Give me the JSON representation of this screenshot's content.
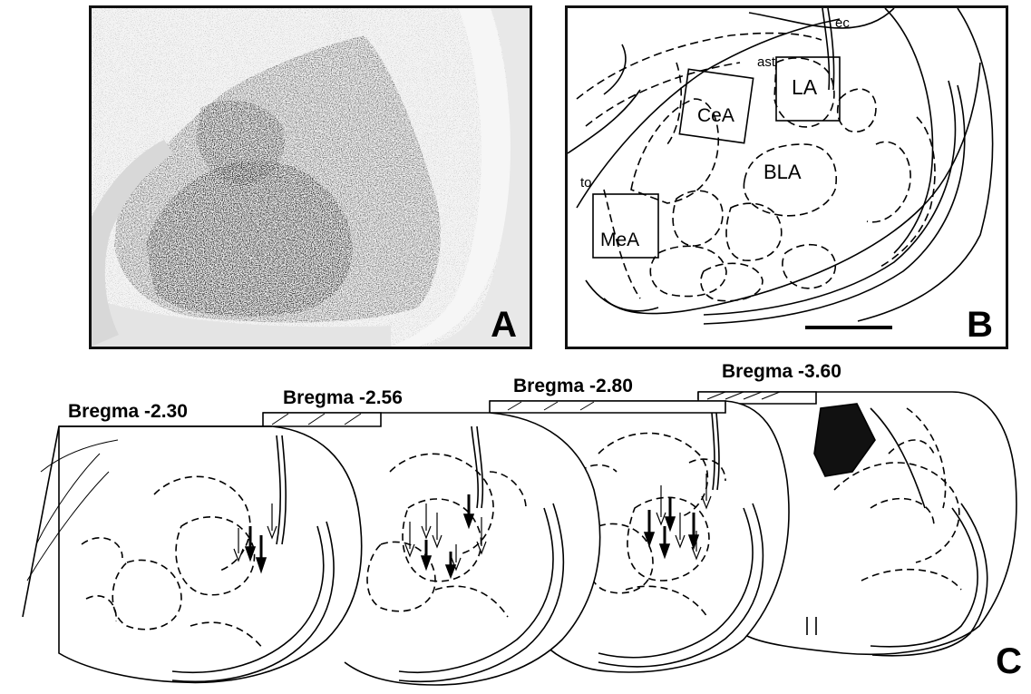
{
  "panels": {
    "a": {
      "letter": "A"
    },
    "b": {
      "letter": "B",
      "regions": {
        "cea": "CeA",
        "la": "LA",
        "bla": "BLA",
        "mea": "MeA",
        "ec": "ec",
        "ast": "ast",
        "to": "to"
      }
    },
    "c": {
      "letter": "C",
      "sections": [
        {
          "label": "Bregma -2.30"
        },
        {
          "label": "Bregma -2.56"
        },
        {
          "label": "Bregma -2.80"
        },
        {
          "label": "Bregma -3.60"
        }
      ]
    }
  }
}
